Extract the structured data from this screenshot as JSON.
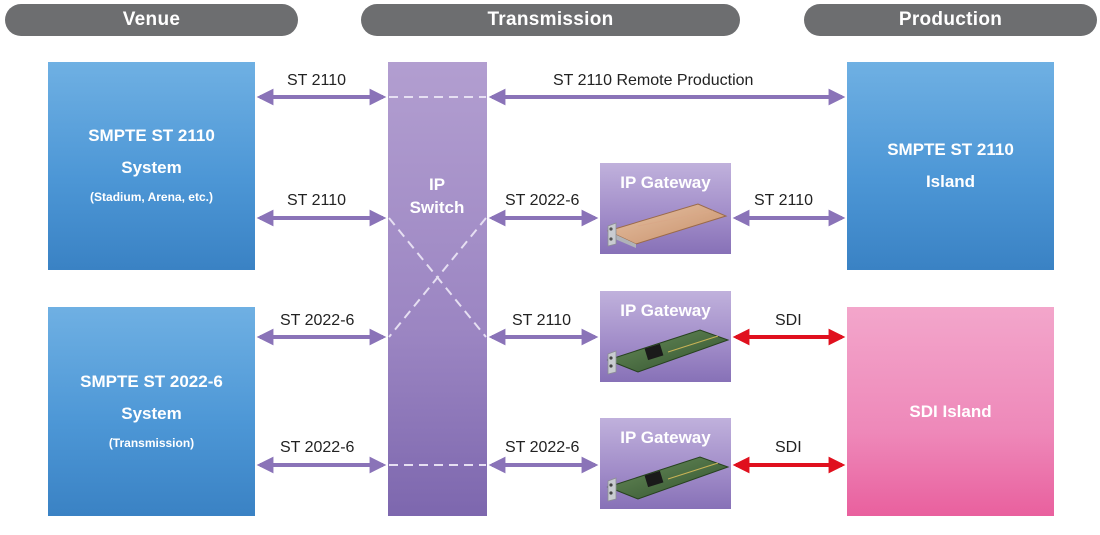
{
  "headers": {
    "venue": "Venue",
    "transmission": "Transmission",
    "production": "Production"
  },
  "boxes": {
    "st2110_system": {
      "line1": "SMPTE ST 2110",
      "line2": "System",
      "line3": "(Stadium, Arena, etc.)"
    },
    "st2022_system": {
      "line1": "SMPTE ST 2022-6",
      "line2": "System",
      "line3": "(Transmission)"
    },
    "ip_switch": {
      "line1": "IP",
      "line2": "Switch"
    },
    "st2110_island": {
      "line1": "SMPTE ST 2110",
      "line2": "Island"
    },
    "sdi_island": {
      "label": "SDI Island"
    }
  },
  "gateways": [
    {
      "label": "IP Gateway"
    },
    {
      "label": "IP Gateway"
    },
    {
      "label": "IP Gateway"
    }
  ],
  "links": {
    "venue_row1": "ST 2110",
    "venue_row2": "ST 2110",
    "venue_row3": "ST 2022-6",
    "venue_row4": "ST 2022-6",
    "remote": "ST 2110 Remote Production",
    "gw1_in": "ST 2022-6",
    "gw1_out": "ST 2110",
    "gw2_in": "ST 2110",
    "gw2_out": "SDI",
    "gw3_in": "ST 2022-6",
    "gw3_out": "SDI"
  },
  "colors": {
    "header": "#6d6e70",
    "arrow_purple": "#8a73b8",
    "arrow_red": "#e0101e",
    "blue_box": "#4d97d6",
    "pink_box": "#ee88b9",
    "switch": "#9b85c2"
  }
}
